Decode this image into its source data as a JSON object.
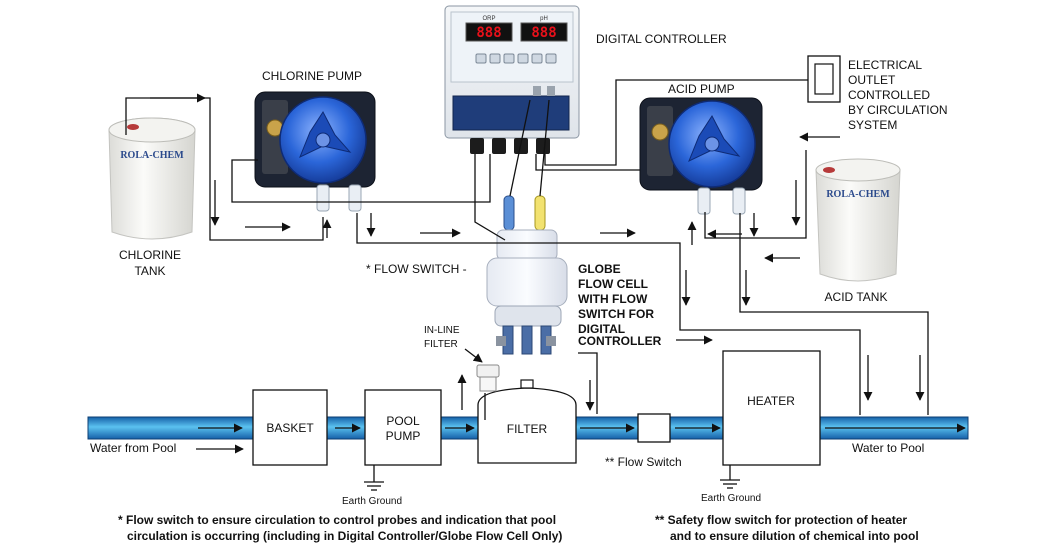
{
  "labels": {
    "digital_controller": "DIGITAL CONTROLLER",
    "chlorine_pump": "CHLORINE PUMP",
    "acid_pump": "ACID PUMP",
    "electrical_outlet": [
      "ELECTRICAL",
      "OUTLET",
      "CONTROLLED",
      "BY CIRCULATION",
      "SYSTEM"
    ],
    "chlorine_tank": [
      "CHLORINE",
      "TANK"
    ],
    "acid_tank": "ACID TANK",
    "tank_brand": "ROLA-CHEM",
    "flow_switch_callout": "* FLOW SWITCH -",
    "globe_flow_cell": [
      "GLOBE",
      "FLOW CELL",
      "WITH FLOW",
      "SWITCH FOR",
      "DIGITAL",
      "CONTROLLER"
    ],
    "inline_filter": [
      "IN-LINE",
      "FILTER"
    ],
    "basket": "BASKET",
    "pool_pump": [
      "POOL",
      "PUMP"
    ],
    "filter": "FILTER",
    "heater": "HEATER",
    "water_from_pool": "Water from Pool",
    "water_to_pool": "Water to Pool",
    "earth_ground": "Earth Ground",
    "flow_switch_safety": "** Flow Switch"
  },
  "controller": {
    "display_left": "888",
    "display_right": "888",
    "display_left_caption": "ORP",
    "display_right_caption": "pH"
  },
  "footnotes": {
    "note1": [
      "* Flow switch to ensure circulation to control probes and indication that pool",
      "circulation is occurring (including in Digital Controller/Globe Flow Cell Only)"
    ],
    "note2": [
      "** Safety flow switch for protection of heater",
      "and to ensure dilution of chemical into pool"
    ]
  },
  "colors": {
    "pipe_dark": "#1560a8",
    "pipe_light": "#5bc2f0",
    "pump_blue": "#2b66d9",
    "pump_body": "#1d2433",
    "tank": "#f1f1ee",
    "tank_cap": "#b63a3a",
    "display_red": "#e8101a"
  }
}
